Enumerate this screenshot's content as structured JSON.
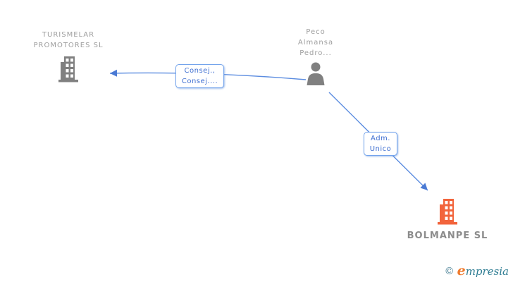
{
  "diagram": {
    "nodes": {
      "turismelar": {
        "name_line1": "TURISMELAR",
        "name_line2": "PROMOTORES SL",
        "icon": "building-icon",
        "icon_color": "#808080"
      },
      "person": {
        "name_line1": "Peco",
        "name_line2": "Almansa",
        "name_line3": "Pedro...",
        "icon": "person-icon",
        "icon_color": "#808080"
      },
      "bolmanpe": {
        "name": "BOLMANPE SL",
        "icon": "building-icon",
        "icon_color": "#f2643c"
      }
    },
    "edges": {
      "consejero": {
        "label_line1": "Consej.,",
        "label_line2": "Consej....",
        "direction": "person to TURISMELAR PROMOTORES SL"
      },
      "adm_unico": {
        "label_line1": "Adm.",
        "label_line2": "Unico",
        "direction": "person to BOLMANPE SL"
      },
      "edge_color": "#5b8ce0"
    }
  },
  "footer": {
    "copyright_symbol": "©",
    "brand_first_letter": "e",
    "brand_rest": "mpresia"
  },
  "colors": {
    "node_text_gray": "#9e9e9e",
    "node_text_bold_gray": "#8c8c8c",
    "icon_gray": "#808080",
    "icon_orange": "#f2643c",
    "edge_blue": "#5b8ce0",
    "edge_label_text_blue": "#3f6fd1",
    "edge_label_border_blue": "#74a4ec",
    "logo_teal": "#2f7d93",
    "logo_orange": "#ef7b2e"
  }
}
